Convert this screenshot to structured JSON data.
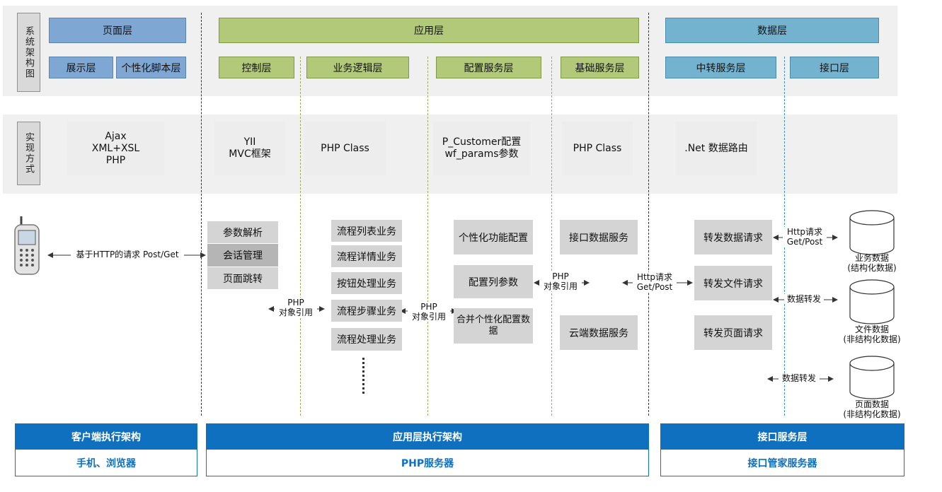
{
  "rows": {
    "arch_label": "系统架构图",
    "impl_label": "实现方式"
  },
  "headers": {
    "page_layer": "页面层",
    "app_layer": "应用层",
    "data_layer": "数据层"
  },
  "sublayers": {
    "display": "展示层",
    "script": "个性化脚本层",
    "control": "控制层",
    "business": "业务逻辑层",
    "config": "配置服务层",
    "base": "基础服务层",
    "relay": "中转服务层",
    "interface": "接口层"
  },
  "impl": {
    "client_l1": "Ajax",
    "client_l2": "XML+XSL",
    "client_l3": "PHP",
    "control_l1": "YII",
    "control_l2": "MVC框架",
    "business": "PHP Class",
    "config_l1": "P_Customer配置",
    "config_l2": "wf_params参数",
    "base": "PHP Class",
    "relay": ".Net 数据路由"
  },
  "flow": {
    "client_link": "基于HTTP的请求 Post/Get",
    "control_items": [
      "参数解析",
      "会话管理",
      "页面跳转"
    ],
    "business_items": [
      "流程列表业务",
      "流程详情业务",
      "按钮处理业务",
      "流程步骤业务",
      "流程处理业务"
    ],
    "config_items": [
      "个性化功能配置",
      "配置列参数",
      "合并个性化配置数据"
    ],
    "base_items": [
      "接口数据服务",
      "云端数据服务"
    ],
    "relay_items": [
      "转发数据请求",
      "转发文件请求",
      "转发页面请求"
    ],
    "php_ref_1_l1": "PHP",
    "php_ref_1_l2": "对象引用",
    "php_ref_2_l1": "PHP",
    "php_ref_2_l2": "对象引用",
    "php_ref_3_l1": "PHP",
    "php_ref_3_l2": "对象引用",
    "http_req_l1": "Http请求",
    "http_req_l2": "Get/Post",
    "http_req2_l1": "Http请求",
    "http_req2_l2": "Get/Post",
    "data_forward_1": "数据转发",
    "data_forward_2": "数据转发"
  },
  "stores": {
    "biz_l1": "业务数据",
    "biz_l2": "(结构化数据)",
    "file_l1": "文件数据",
    "file_l2": "(非结构化数据)",
    "page_l1": "页面数据",
    "page_l2": "(非结构化数据)"
  },
  "footer": {
    "client_top": "客户端执行架构",
    "client_bottom": "手机、浏览器",
    "app_top": "应用层执行架构",
    "app_bottom": "PHP服务器",
    "iface_top": "接口服务层",
    "iface_bottom": "接口管家服务器"
  },
  "colors": {
    "page_header": "#7fa7d4",
    "app_header": "#b3c97a",
    "data_header": "#74b3cf",
    "footer_blue": "#0f70c0"
  }
}
